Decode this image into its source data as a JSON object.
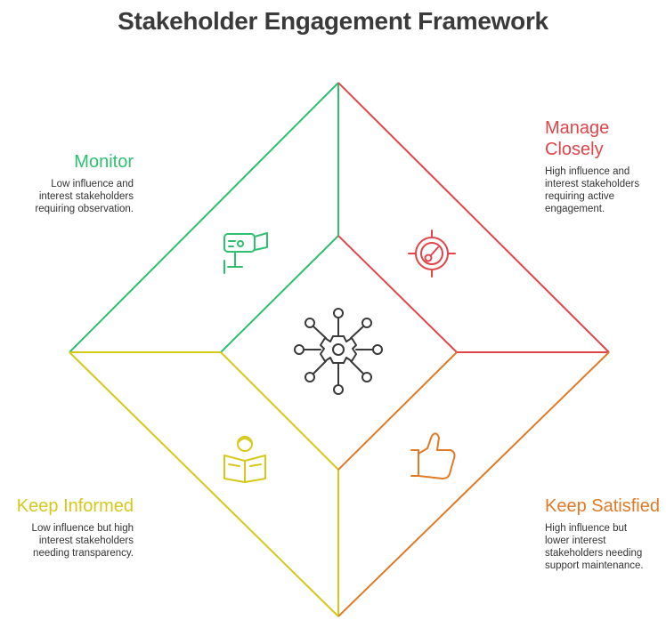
{
  "title": "Stakeholder Engagement Framework",
  "colors": {
    "monitor": "#2fbf71",
    "manage": "#e0454a",
    "informed": "#d6c81a",
    "satisfied": "#e07a26",
    "center": "#3a3a3a",
    "title": "#3a3a3a"
  },
  "quadrants": {
    "monitor": {
      "title": "Monitor",
      "desc_lines": [
        "Low influence and",
        "interest stakeholders",
        "requiring observation."
      ],
      "icon": "security-camera-icon"
    },
    "manage": {
      "title_lines": [
        "Manage",
        "Closely"
      ],
      "desc_lines": [
        "High influence and",
        "interest stakeholders",
        "requiring active",
        "engagement."
      ],
      "icon": "target-icon"
    },
    "informed": {
      "title": "Keep Informed",
      "desc_lines": [
        "Low influence but high",
        "interest stakeholders",
        "needing transparency."
      ],
      "icon": "reading-person-icon"
    },
    "satisfied": {
      "title": "Keep Satisfied",
      "desc_lines": [
        "High influence but",
        "lower interest",
        "stakeholders needing",
        "support maintenance."
      ],
      "icon": "thumbs-up-icon"
    }
  },
  "center": {
    "icon": "network-gear-icon"
  }
}
